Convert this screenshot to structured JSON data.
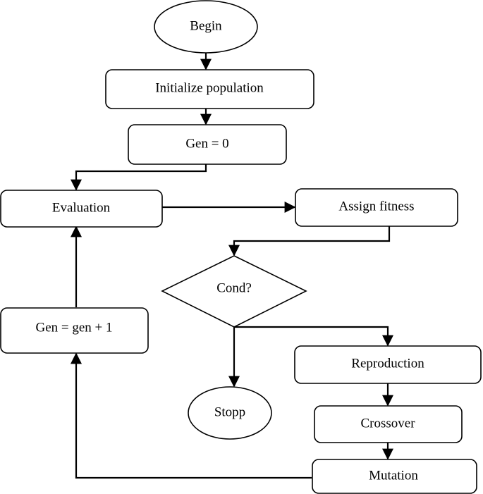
{
  "nodes": {
    "begin": "Begin",
    "initialize": "Initialize population",
    "gen0": "Gen = 0",
    "evaluation": "Evaluation",
    "assign_fitness": "Assign fitness",
    "cond": "Cond?",
    "gen_increment": "Gen = gen + 1",
    "stop": "Stopp",
    "reproduction": "Reproduction",
    "crossover": "Crossover",
    "mutation": "Mutation"
  },
  "edges": [
    {
      "from": "Begin",
      "to": "Initialize population"
    },
    {
      "from": "Initialize population",
      "to": "Gen = 0"
    },
    {
      "from": "Gen = 0",
      "to": "Evaluation"
    },
    {
      "from": "Evaluation",
      "to": "Assign fitness"
    },
    {
      "from": "Assign fitness",
      "to": "Cond?"
    },
    {
      "from": "Cond?",
      "to": "Stopp"
    },
    {
      "from": "Cond?",
      "to": "Reproduction"
    },
    {
      "from": "Reproduction",
      "to": "Crossover"
    },
    {
      "from": "Crossover",
      "to": "Mutation"
    },
    {
      "from": "Mutation",
      "to": "Gen = gen + 1"
    },
    {
      "from": "Gen = gen + 1",
      "to": "Evaluation"
    }
  ]
}
